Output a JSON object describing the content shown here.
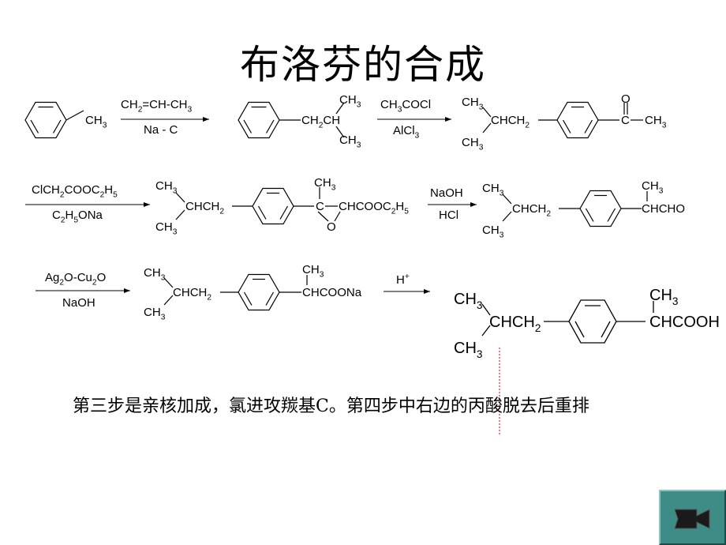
{
  "title": "布洛芬的合成",
  "note": "第三步是亲核加成，氯进攻羰基C。第四步中右边的丙酸脱去后重排",
  "accent_color": "#3d8c86",
  "icons": {
    "nav_button": "movie-camera-icon"
  },
  "scheme": {
    "step1": {
      "start_ch3": "CH3",
      "reagent_top": "CH2=CH-CH3",
      "reagent_bottom": "Na - C",
      "product_ch2ch": "CH2CH",
      "product_ch3_top": "CH3",
      "product_ch3_bottom": "CH3"
    },
    "step2": {
      "reagent_top": "CH3COCl",
      "reagent_bottom": "AlCl3",
      "ch3_top": "CH3",
      "chch2": "CHCH2",
      "ch3_bottom": "CH3",
      "carbonyl_o": "O",
      "carbonyl_c": "C",
      "carbonyl_ch3": "CH3"
    },
    "step3": {
      "reagent_top": "ClCH2COOC2H5",
      "reagent_bottom": "C2H5ONa",
      "ch3_top": "CH3",
      "chch2": "CHCH2",
      "ch3_bottom": "CH3",
      "epoxide_ch3": "CH3",
      "epoxide_c": "C",
      "epoxide_chain": "CHCOOC2H5",
      "epoxide_o": "O"
    },
    "step4": {
      "reagent_top": "NaOH",
      "reagent_bottom": "HCl",
      "ch3_top": "CH3",
      "chch2": "CHCH2",
      "ch3_bottom": "CH3",
      "side_ch3": "CH3",
      "side_chain": "CHCHO"
    },
    "step5": {
      "reagent_top": "Ag2O-Cu2O",
      "reagent_bottom": "NaOH",
      "ch3_top": "CH3",
      "chch2": "CHCH2",
      "ch3_bottom": "CH3",
      "side_ch3": "CH3",
      "side_chain": "CHCOONa"
    },
    "step6": {
      "reagent_top": "H+",
      "ch3_top": "CH3",
      "chch2": "CHCH2",
      "ch3_bottom": "CH3",
      "side_ch3": "CH3",
      "side_chain": "CHCOOH"
    }
  }
}
